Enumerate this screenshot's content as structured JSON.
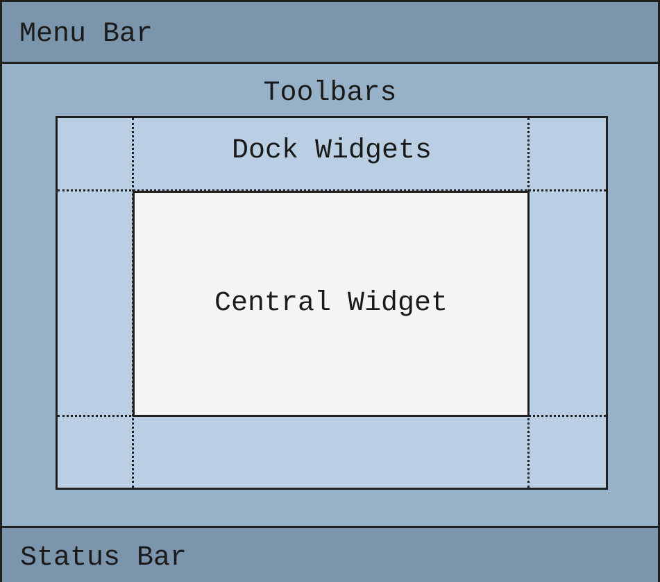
{
  "diagram": {
    "menu_bar": {
      "label": "Menu Bar"
    },
    "toolbars": {
      "label": "Toolbars"
    },
    "dock_widgets": {
      "label": "Dock Widgets"
    },
    "central_widget": {
      "label": "Central Widget"
    },
    "status_bar": {
      "label": "Status Bar"
    }
  },
  "colors": {
    "outer_bar": "#7b96ac",
    "toolbar_area": "#97b1c8",
    "dock_area": "#bacfe3",
    "central_area": "#f5f5f5",
    "border": "#1f1f1f"
  }
}
